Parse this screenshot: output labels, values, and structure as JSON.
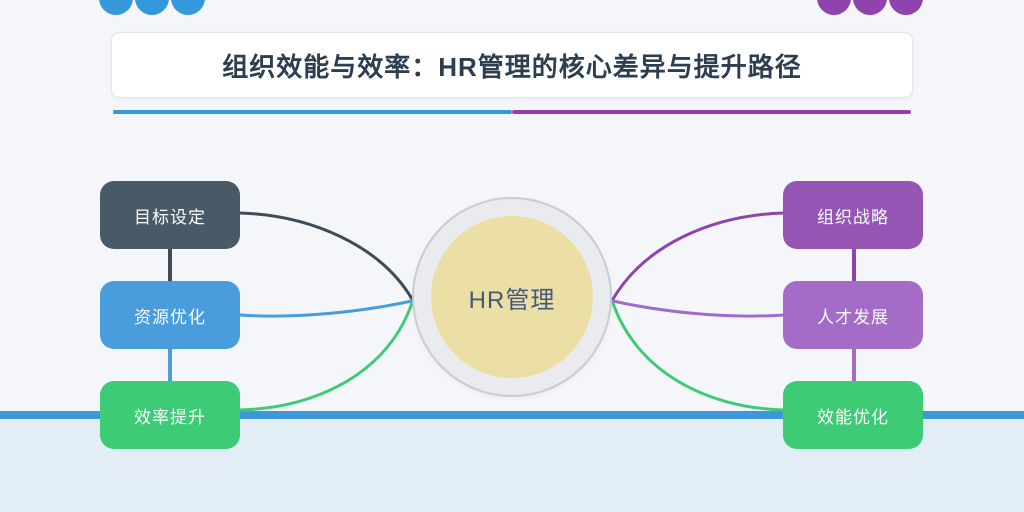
{
  "title": {
    "text": "组织效能与效率：HR管理的核心差异与提升路径"
  },
  "center": {
    "label": "HR管理"
  },
  "left_nodes": [
    {
      "label": "目标设定",
      "color": "#485968"
    },
    {
      "label": "资源优化",
      "color": "#4a9ddd"
    },
    {
      "label": "效率提升",
      "color": "#3ecb76"
    }
  ],
  "right_nodes": [
    {
      "label": "组织战略",
      "color": "#9455b5"
    },
    {
      "label": "人才发展",
      "color": "#a46cc6"
    },
    {
      "label": "效能优化",
      "color": "#3ecb76"
    }
  ],
  "decor": {
    "left_dot_color": "#3498db",
    "right_dot_color": "#8f43ad"
  },
  "colors": {
    "page_bg": "#f5f6fa",
    "bottom_bg": "#e2edf5",
    "band_blue": "#3e97d6",
    "underline_blue": "#3498db",
    "underline_purple": "#993cad",
    "title_color": "#2c3e50",
    "center_outer_fill": "#e9ebee",
    "center_inner_fill": "#ecdfa5",
    "center_text": "#44587a",
    "link_dark": "#3d4c5b",
    "link_blue": "#4a9ddd",
    "link_green": "#3ecb76",
    "link_purple": "#8e44ad",
    "link_light_purple": "#a06cc8"
  }
}
